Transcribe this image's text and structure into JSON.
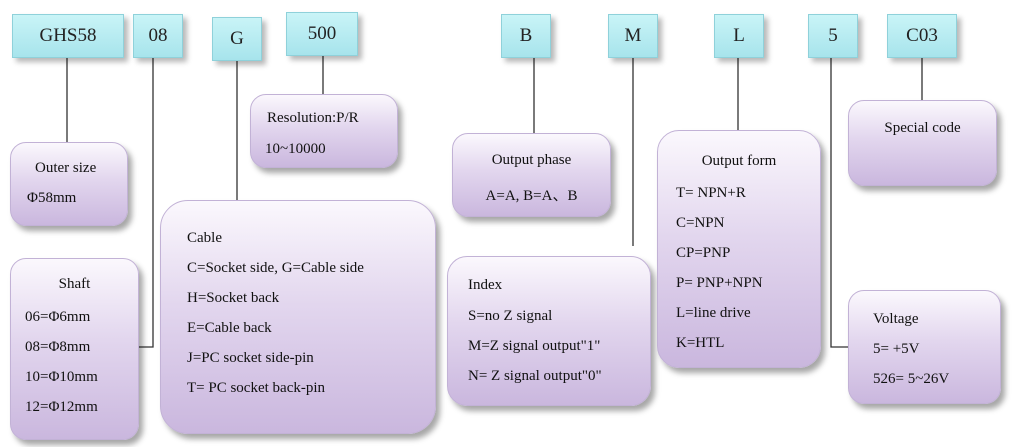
{
  "codes": {
    "model": "GHS58",
    "shaft": "08",
    "cable": "G",
    "resolution": "500",
    "output_phase": "B",
    "index": "M",
    "output_form": "L",
    "voltage": "5",
    "special": "C03"
  },
  "boxes": {
    "outer_size": {
      "title": "Outer size",
      "lines": [
        "Φ58mm"
      ]
    },
    "resolution": {
      "title": "Resolution:P/R",
      "lines": [
        "10~10000"
      ]
    },
    "shaft": {
      "title": "Shaft",
      "lines": [
        "06=Φ6mm",
        "08=Φ8mm",
        "10=Φ10mm",
        "12=Φ12mm"
      ]
    },
    "cable": {
      "title": "Cable",
      "lines": [
        "C=Socket side, G=Cable side",
        "H=Socket back",
        "E=Cable back",
        "J=PC socket side-pin",
        "T= PC socket back-pin"
      ]
    },
    "output_phase": {
      "title": "Output phase",
      "lines": [
        "A=A, B=A、B"
      ]
    },
    "index": {
      "title": "Index",
      "lines": [
        "S=no Z signal",
        "M=Z signal output\"1\"",
        "N= Z signal output\"0\""
      ]
    },
    "output_form": {
      "title": "Output form",
      "lines": [
        "T= NPN+R",
        "C=NPN",
        "CP=PNP",
        "P= PNP+NPN",
        "L=line drive",
        "K=HTL"
      ]
    },
    "special": {
      "title": "Special code",
      "lines": []
    },
    "voltage": {
      "title": "Voltage",
      "lines": [
        "5= +5V",
        "526= 5~26V"
      ]
    }
  }
}
